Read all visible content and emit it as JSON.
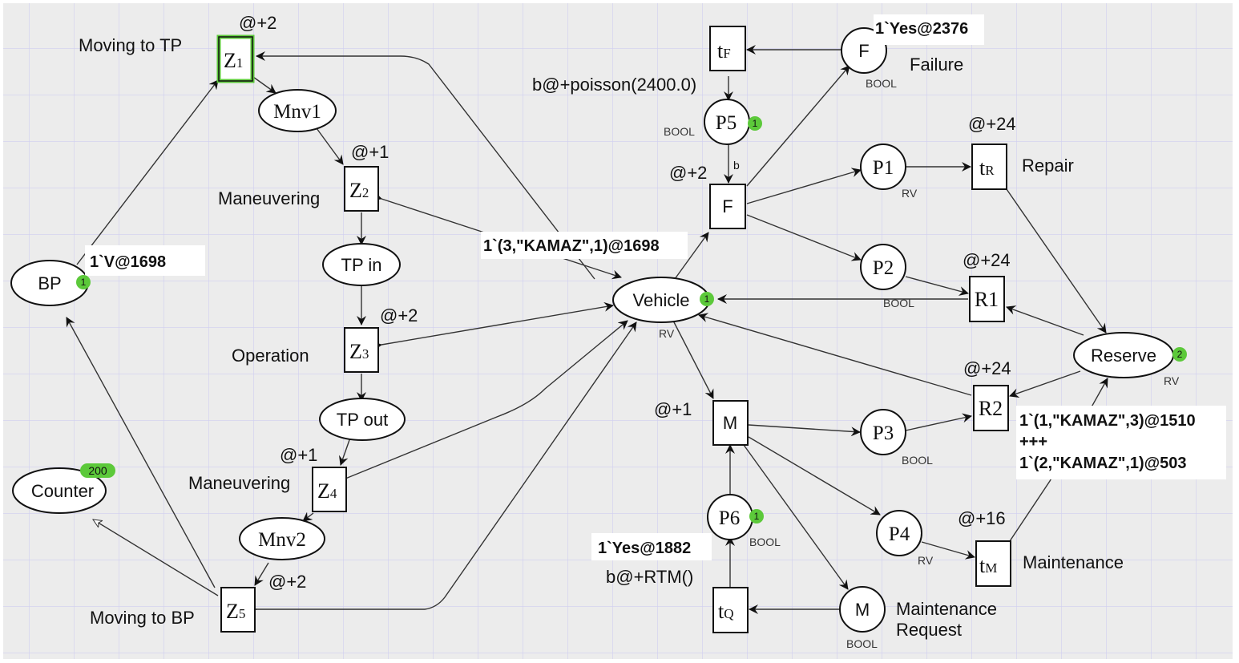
{
  "colors": {
    "background": "#ececec",
    "grid": "#cfcdf0",
    "token": "#5cc93a",
    "highlight": "#5cc93a",
    "stroke": "#111111"
  },
  "places": {
    "BP": {
      "label": "BP",
      "tokens": "1",
      "marking": "1`V@1698"
    },
    "Mnv1": {
      "label": "Mnv1"
    },
    "TPin": {
      "label": "TP in"
    },
    "TPout": {
      "label": "TP out"
    },
    "Mnv2": {
      "label": "Mnv2"
    },
    "Counter": {
      "label": "Counter",
      "tokens": "200"
    },
    "Vehicle": {
      "label": "Vehicle",
      "tokens": "1",
      "type": "RV",
      "marking": "1`(3,\"KAMAZ\",1)@1698"
    },
    "Fplace": {
      "label": "F",
      "type": "BOOL",
      "marking": "1`Yes@2376",
      "name": "Failure"
    },
    "P5": {
      "label": "P5",
      "tokens": "1",
      "type": "BOOL"
    },
    "P1": {
      "label": "P1",
      "type": "RV"
    },
    "P2": {
      "label": "P2",
      "type": "BOOL"
    },
    "P3": {
      "label": "P3",
      "type": "BOOL"
    },
    "P4": {
      "label": "P4",
      "type": "RV"
    },
    "P6": {
      "label": "P6",
      "tokens": "1",
      "type": "BOOL",
      "marking": "1`Yes@1882"
    },
    "Mplace": {
      "label": "M",
      "type": "BOOL",
      "name_line1": "Maintenance",
      "name_line2": "Request"
    },
    "Reserve": {
      "label": "Reserve",
      "tokens": "2",
      "type": "RV",
      "marking_line1": "1`(1,\"KAMAZ\",3)@1510",
      "marking_line2": "+++",
      "marking_line3": "1`(2,\"KAMAZ\",1)@503"
    }
  },
  "transitions": {
    "Z1": {
      "main": "Z",
      "sub": "1",
      "delay": "@+2",
      "name": "Moving to TP"
    },
    "Z2": {
      "main": "Z",
      "sub": "2",
      "delay": "@+1",
      "name": "Maneuvering"
    },
    "Z3": {
      "main": "Z",
      "sub": "3",
      "delay": "@+2",
      "name": "Operation"
    },
    "Z4": {
      "main": "Z",
      "sub": "4",
      "delay": "@+1",
      "name": "Maneuvering"
    },
    "Z5": {
      "main": "Z",
      "sub": "5",
      "delay": "@+2",
      "name": "Moving to BP"
    },
    "tF": {
      "main": "t",
      "sub": "F"
    },
    "Ftr": {
      "label": "F",
      "delay": "@+2"
    },
    "tR": {
      "main": "t",
      "sub": "R",
      "delay": "@+24",
      "name": "Repair"
    },
    "R1": {
      "label": "R1",
      "delay": "@+24"
    },
    "R2": {
      "label": "R2",
      "delay": "@+24"
    },
    "Mtr": {
      "label": "M",
      "delay": "@+1"
    },
    "tQ": {
      "main": "t",
      "sub": "Q"
    },
    "tM": {
      "main": "t",
      "sub": "M",
      "delay": "@+16",
      "name": "Maintenance"
    }
  },
  "arc_inscriptions": {
    "tF_P5": "b@+poisson(2400.0)",
    "P5_F": "b",
    "tQ_P6": "b@+RTM()"
  }
}
